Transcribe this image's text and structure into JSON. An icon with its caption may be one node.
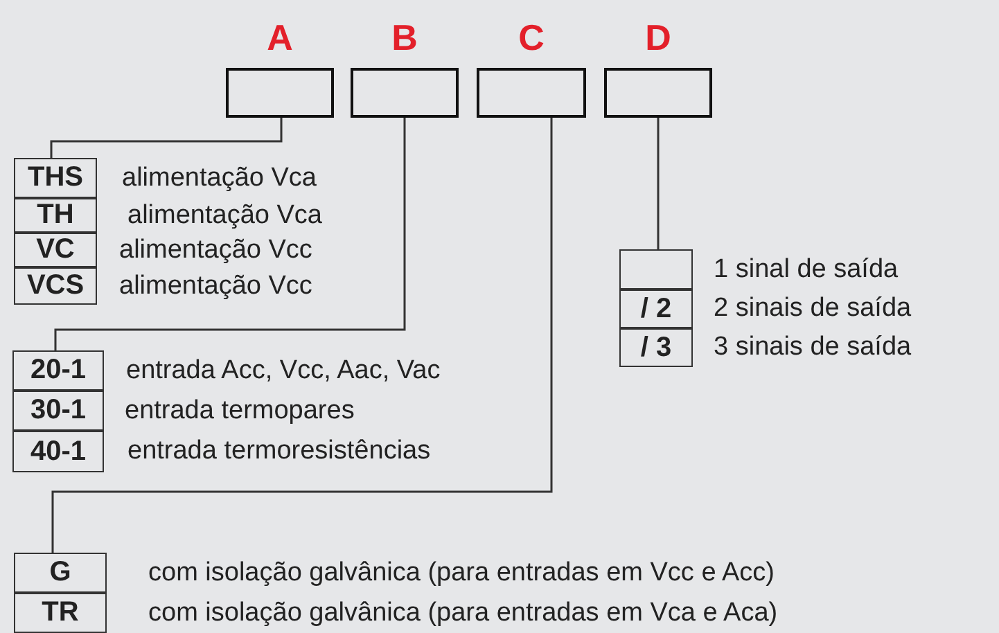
{
  "diagram": {
    "nodes": [
      {
        "text": [
          "A"
        ]
      },
      {
        "text": [
          "B"
        ]
      },
      {
        "text": [
          "C"
        ]
      },
      {
        "text": [
          "D"
        ]
      },
      {
        "text": [
          "THS"
        ],
        "beside": [
          "alimentação Vca"
        ]
      },
      {
        "text": [
          "TH"
        ],
        "beside": [
          "alimentação Vca"
        ]
      },
      {
        "text": [
          "VC"
        ],
        "beside": [
          "alimentação Vcc"
        ]
      },
      {
        "text": [
          "VCS"
        ],
        "beside": [
          "alimentação Vcc"
        ]
      },
      {
        "text": [
          "20-1"
        ],
        "beside": [
          "entrada Acc, Vcc, Aac, Vac"
        ]
      },
      {
        "text": [
          "30-1"
        ],
        "beside": [
          "entrada termopares"
        ]
      },
      {
        "text": [
          "40-1"
        ],
        "beside": [
          "entrada termoresistências"
        ]
      },
      {
        "text": [
          "G"
        ],
        "beside": [
          "com isolação galvânica (para entradas em Vcc e Acc)"
        ]
      },
      {
        "text": [
          "TR"
        ],
        "beside": [
          "com isolação galvânica (para entradas em Vca e Aca)"
        ]
      },
      {
        "text": [],
        "shape": "box",
        "beside": [
          "1 sinal de saída"
        ]
      },
      {
        "text": [
          "/ 2"
        ],
        "beside": [
          "2 sinais de saída"
        ]
      },
      {
        "text": [
          "/ 3"
        ],
        "beside": [
          "3 sinais de saída"
        ]
      }
    ],
    "edges": [
      {
        "from": 0,
        "to": 4,
        "arrow": "none"
      },
      {
        "from": 1,
        "to": 8,
        "arrow": "none"
      },
      {
        "from": 2,
        "to": 11,
        "arrow": "none"
      },
      {
        "from": 3,
        "to": 13,
        "arrow": "none"
      }
    ]
  }
}
